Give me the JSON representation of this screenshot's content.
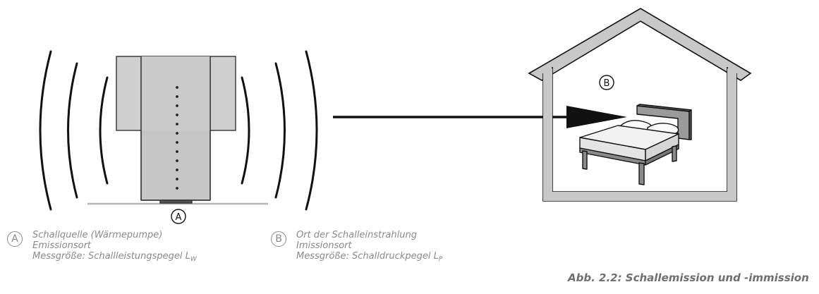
{
  "diagram": {
    "marker_a": "A",
    "marker_b": "B"
  },
  "legend": [
    {
      "marker": "A",
      "line1": "Schallquelle (Wärmepumpe)",
      "line2": "Emissionsort",
      "line3_prefix": "Messgröße: Schallleistungspegel L",
      "line3_sub": "W"
    },
    {
      "marker": "B",
      "line1": "Ort der Schalleinstrahlung",
      "line2": "Imissionsort",
      "line3_prefix": "Messgröße: Schalldruckpegel L",
      "line3_sub": "P"
    }
  ],
  "caption": "Abb. 2.2: Schallemission und -immission"
}
